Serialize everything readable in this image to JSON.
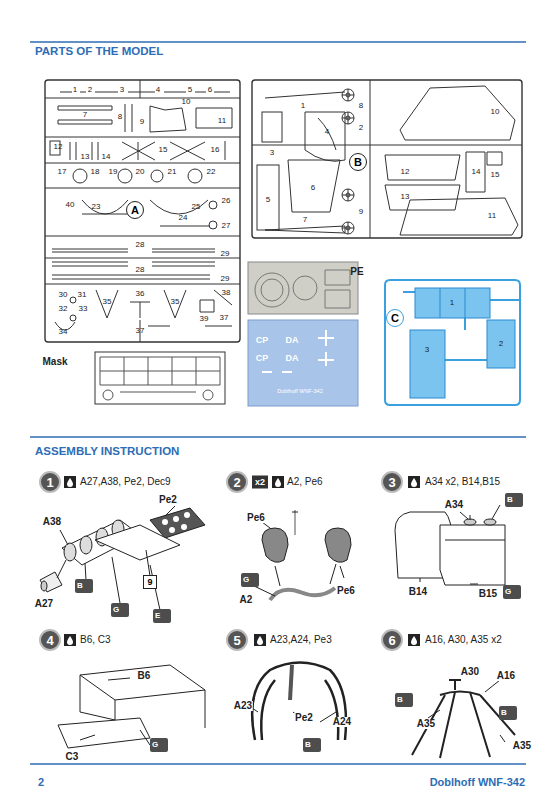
{
  "diagram": {
    "nodes": [
      {
        "text": [
          "A"
        ]
      },
      {
        "text": [
          "B"
        ]
      },
      {
        "text": [
          "C"
        ]
      },
      {
        "text": [
          "1"
        ]
      },
      {
        "text": [
          "2"
        ]
      },
      {
        "text": [
          "3"
        ]
      },
      {
        "text": [
          "9"
        ]
      },
      {
        "text": [
          "B"
        ]
      },
      {
        "text": [
          "G"
        ]
      },
      {
        "text": [
          "E"
        ]
      },
      {
        "text": [
          "G"
        ]
      },
      {
        "text": [
          "B"
        ]
      },
      {
        "text": [
          "G"
        ]
      },
      {
        "text": [
          "4"
        ]
      },
      {
        "text": [
          "5"
        ]
      },
      {
        "text": [
          "6"
        ]
      },
      {
        "text": [
          "G"
        ]
      },
      {
        "text": [
          "B"
        ]
      },
      {
        "text": [
          "B"
        ]
      },
      {
        "text": [
          "B"
        ]
      }
    ],
    "labels": [
      "PARTS OF THE MODEL",
      "1",
      "2",
      "3",
      "4",
      "5",
      "6",
      "10",
      "7",
      "8",
      "9",
      "11",
      "12",
      "13",
      "14",
      "15",
      "16",
      "17",
      "18",
      "19",
      "20",
      "21",
      "22",
      "40",
      "23",
      "25",
      "26",
      "24",
      "27",
      "28",
      "29",
      "28",
      "29",
      "30",
      "31",
      "36",
      "38",
      "32",
      "33",
      "35",
      "35",
      "39",
      "37",
      "34",
      "37",
      "1",
      "8",
      "2",
      "3",
      "4",
      "5",
      "6",
      "7",
      "9",
      "10",
      "12",
      "13",
      "14",
      "15",
      "11",
      "PE",
      "CP",
      "DA",
      "CP",
      "DA",
      "Doblhoff WNF-342",
      "1",
      "2",
      "3",
      "Mask",
      "ASSEMBLY INSTRUCTION",
      "A27,A38, Pe2, Dec9",
      "Pe2",
      "A38",
      "A27",
      "x2",
      "A2, Pe6",
      "Pe6",
      "Pe6",
      "A2",
      "A34 x2, B14,B15",
      "A34",
      "B14",
      "B15",
      "B6, C3",
      "B6",
      "C3",
      "A23,A24, Pe3",
      "A23",
      "Pe2",
      "A24",
      "A16, A30, A35 x2",
      "A30",
      "A16",
      "A35",
      "A35",
      "2",
      "Doblhoff WNF-342"
    ]
  }
}
